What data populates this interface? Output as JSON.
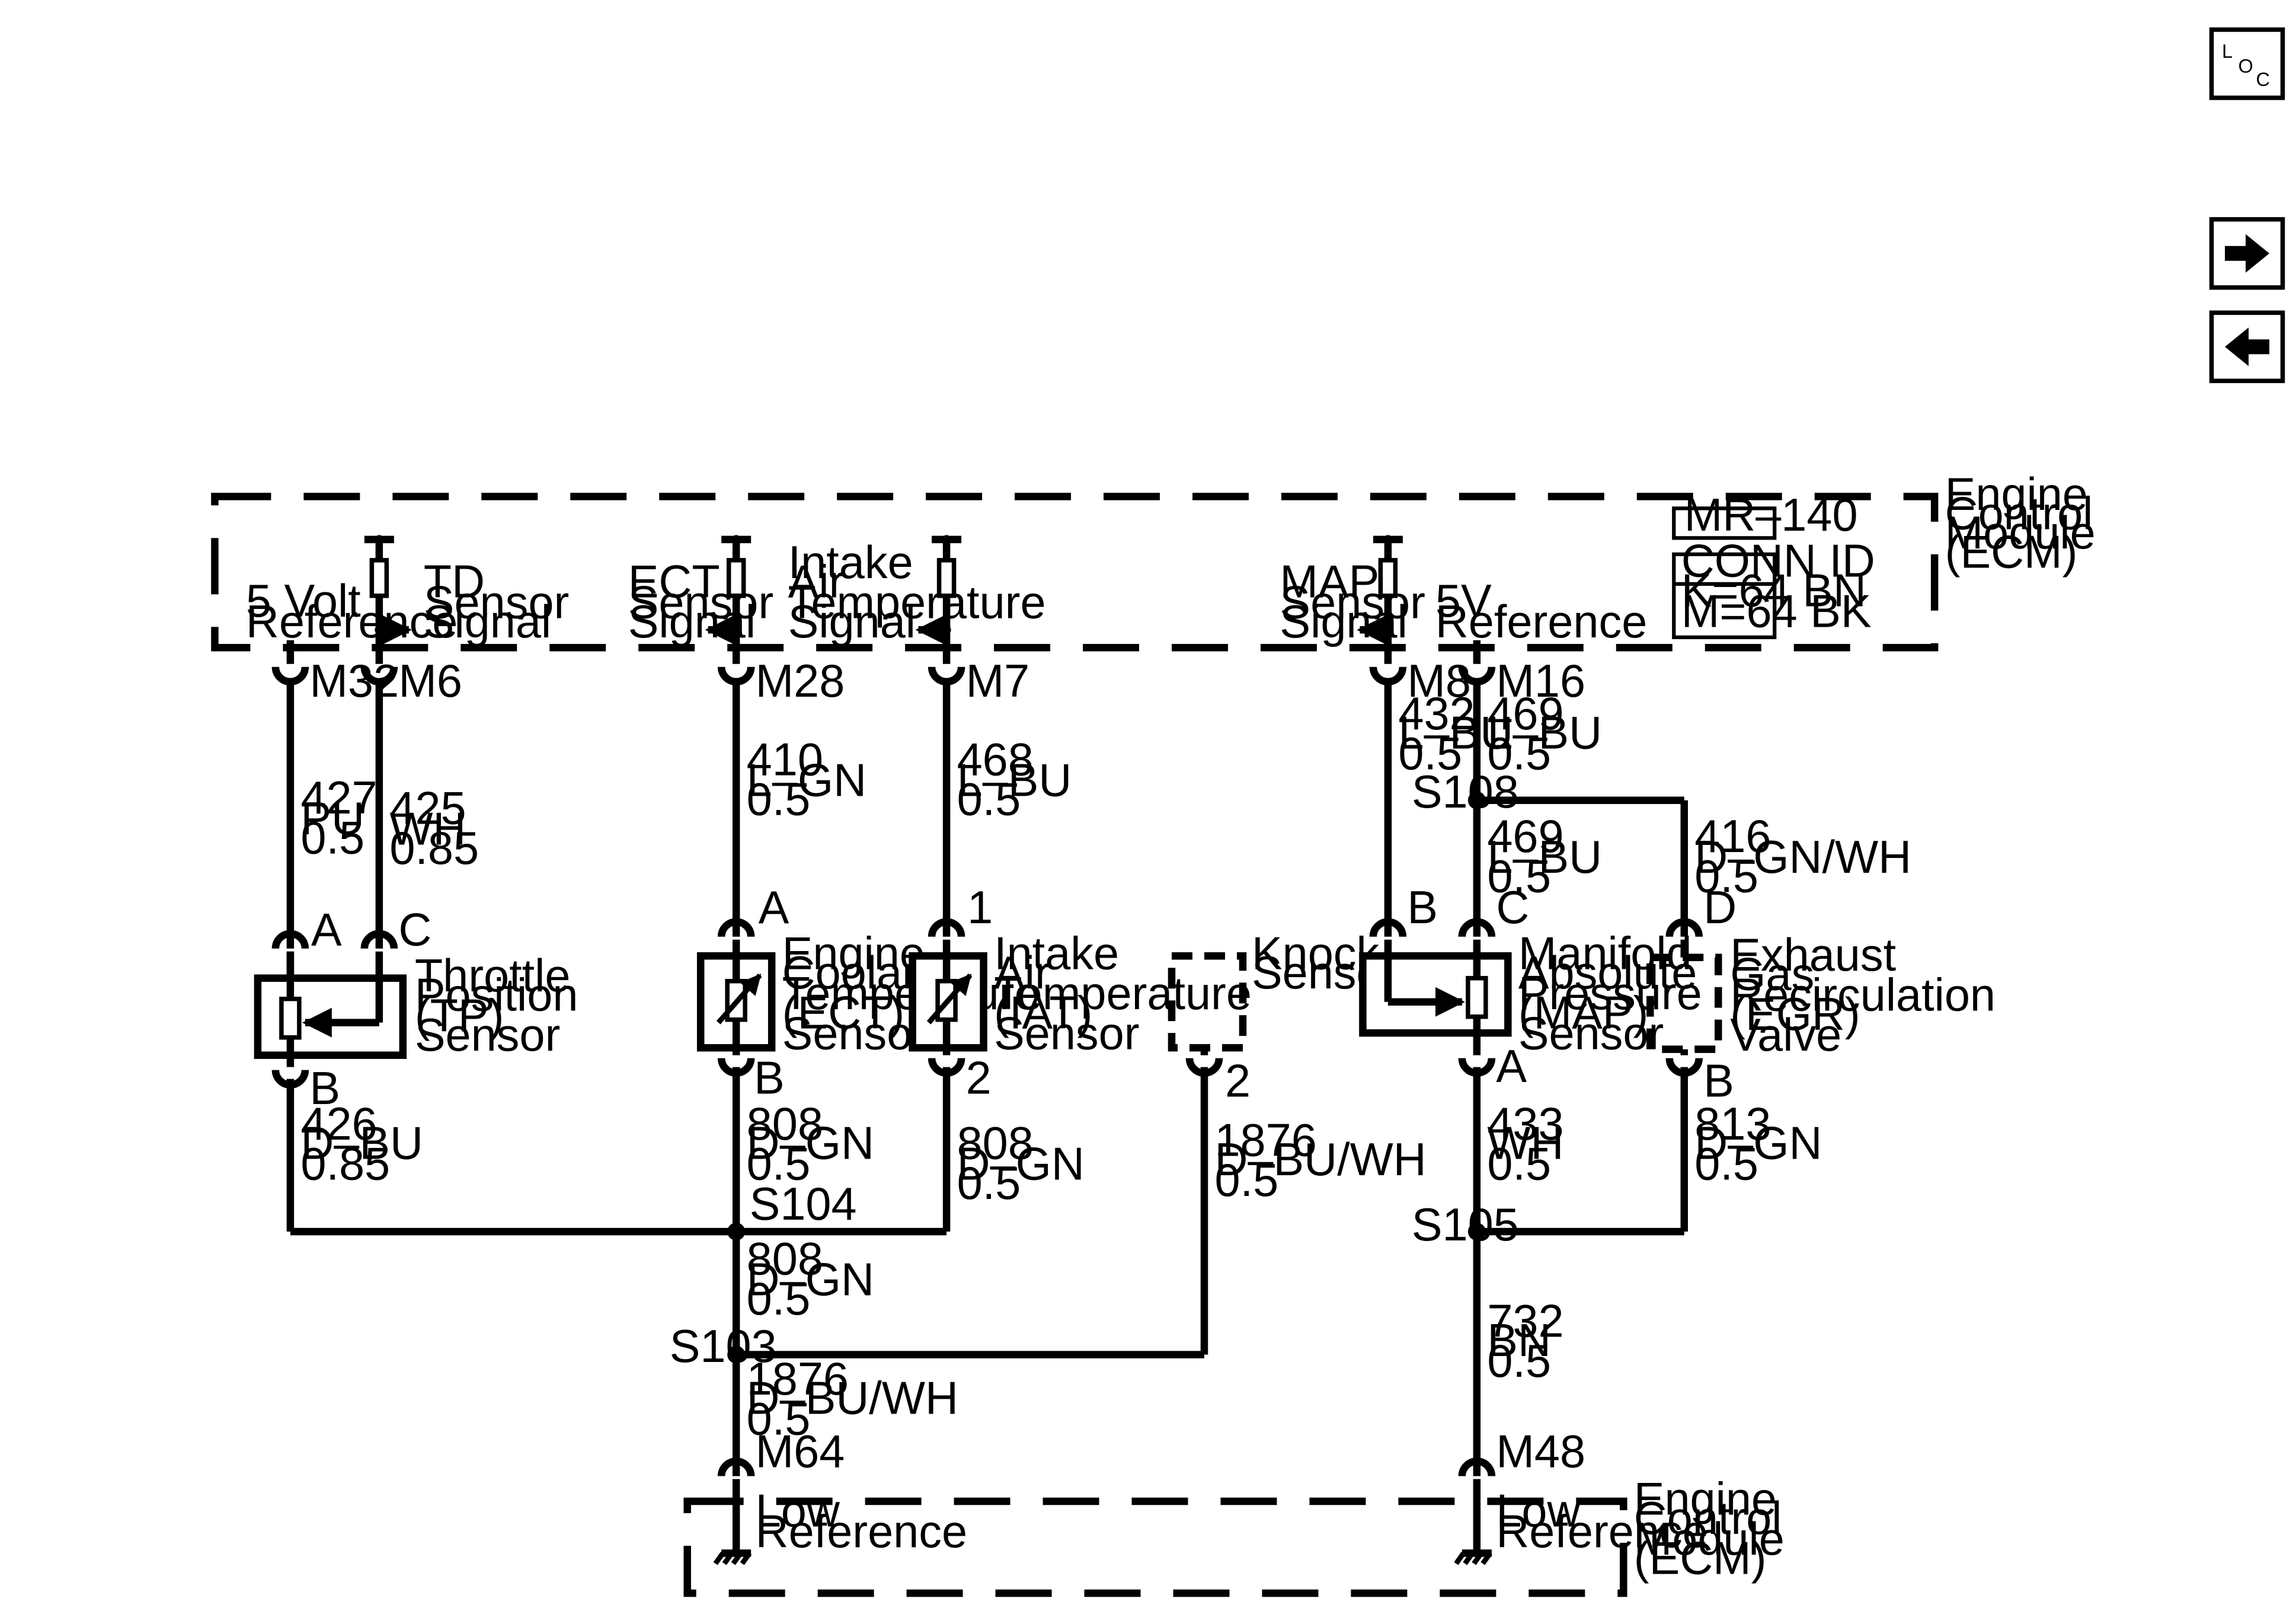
{
  "nav": {
    "loc_l": "L",
    "loc_o": "O",
    "loc_c": "C",
    "forward_icon": "right-arrow-icon",
    "back_icon": "left-arrow-icon"
  },
  "ecm_top": {
    "label": [
      "Engine",
      "Control",
      "Module",
      "(ECM)"
    ],
    "part_box": "MR–140",
    "conn_id_title": "CONN ID",
    "conn_id_lines": [
      "K=64 BN",
      "M=64 BK"
    ],
    "signals": {
      "five_volt": [
        "5 Volt",
        "Reference"
      ],
      "td": [
        "TD",
        "Sensor",
        "Signal"
      ],
      "ect": [
        "ECT",
        "Sensor",
        "Signal"
      ],
      "iat": [
        "Intake",
        "Air",
        "Temperature",
        "Signal"
      ],
      "map": [
        "MAP",
        "Sensor",
        "Signal"
      ],
      "five_v": [
        "5V",
        "Reference"
      ]
    }
  },
  "ecm_bottom": {
    "label": [
      "Engine",
      "Control",
      "Module",
      "(ECM)"
    ],
    "low_ref_left": [
      "Low",
      "Reference"
    ],
    "low_ref_right": [
      "Low",
      "Reference"
    ]
  },
  "pins": {
    "m32": "M32",
    "m6": "M6",
    "m28": "M28",
    "m7": "M7",
    "m8": "M8",
    "m16": "M16",
    "m64": "M64",
    "m48": "M48",
    "tp_a": "A",
    "tp_c": "C",
    "tp_b": "B",
    "ect_a": "A",
    "ect_b": "B",
    "iat_1": "1",
    "iat_2": "2",
    "knock_2": "2",
    "map_b": "B",
    "map_c": "C",
    "map_a": "A",
    "egr_d": "D",
    "egr_b": "B"
  },
  "wires": {
    "w427": [
      "427",
      "PU",
      "0.5"
    ],
    "w425": [
      "425",
      "WH",
      "0.85"
    ],
    "w410": [
      "410",
      "L–GN",
      "0.5"
    ],
    "w468": [
      "468",
      "L–BU",
      "0.5"
    ],
    "w432": [
      "432",
      "L–BU",
      "0.5"
    ],
    "w469a": [
      "469",
      "L–BU",
      "0.5"
    ],
    "w469b": [
      "469",
      "L–BU",
      "0.5"
    ],
    "w416": [
      "416",
      "D–GN/WH",
      "0.5"
    ],
    "w426": [
      "426",
      "D–BU",
      "0.85"
    ],
    "w808a": [
      "808",
      "D–GN",
      "0.5"
    ],
    "w808b": [
      "808",
      "D–GN",
      "0.5"
    ],
    "w808c": [
      "808",
      "D–GN",
      "0.5"
    ],
    "w1876a": [
      "1876",
      "D–BU/WH",
      "0.5"
    ],
    "w1876b": [
      "1876",
      "D–BU/WH",
      "0.5"
    ],
    "w433": [
      "433",
      "WH",
      "0.5"
    ],
    "w813": [
      "813",
      "D–GN",
      "0.5"
    ],
    "w732": [
      "732",
      "BN",
      "0.5"
    ]
  },
  "splices": {
    "s108": "S108",
    "s104": "S104",
    "s103": "S103",
    "s105": "S105"
  },
  "components": {
    "tp": [
      "Throttle",
      "Position",
      "(TP)",
      "Sensor"
    ],
    "ect": [
      "Engine",
      "Coolant",
      "Temperature",
      "(ECT)",
      "Sensor"
    ],
    "iat": [
      "Intake",
      "Air",
      "Temperature",
      "(IAT)",
      "Sensor"
    ],
    "knock": [
      "Knock",
      "Sensor"
    ],
    "map": [
      "Manifold",
      "Absolute",
      "Pressure",
      "(MAP)",
      "Sensor"
    ],
    "egr": [
      "Exhaust",
      "Gas",
      "Recirculation",
      "(EGR)",
      "Valve"
    ]
  }
}
